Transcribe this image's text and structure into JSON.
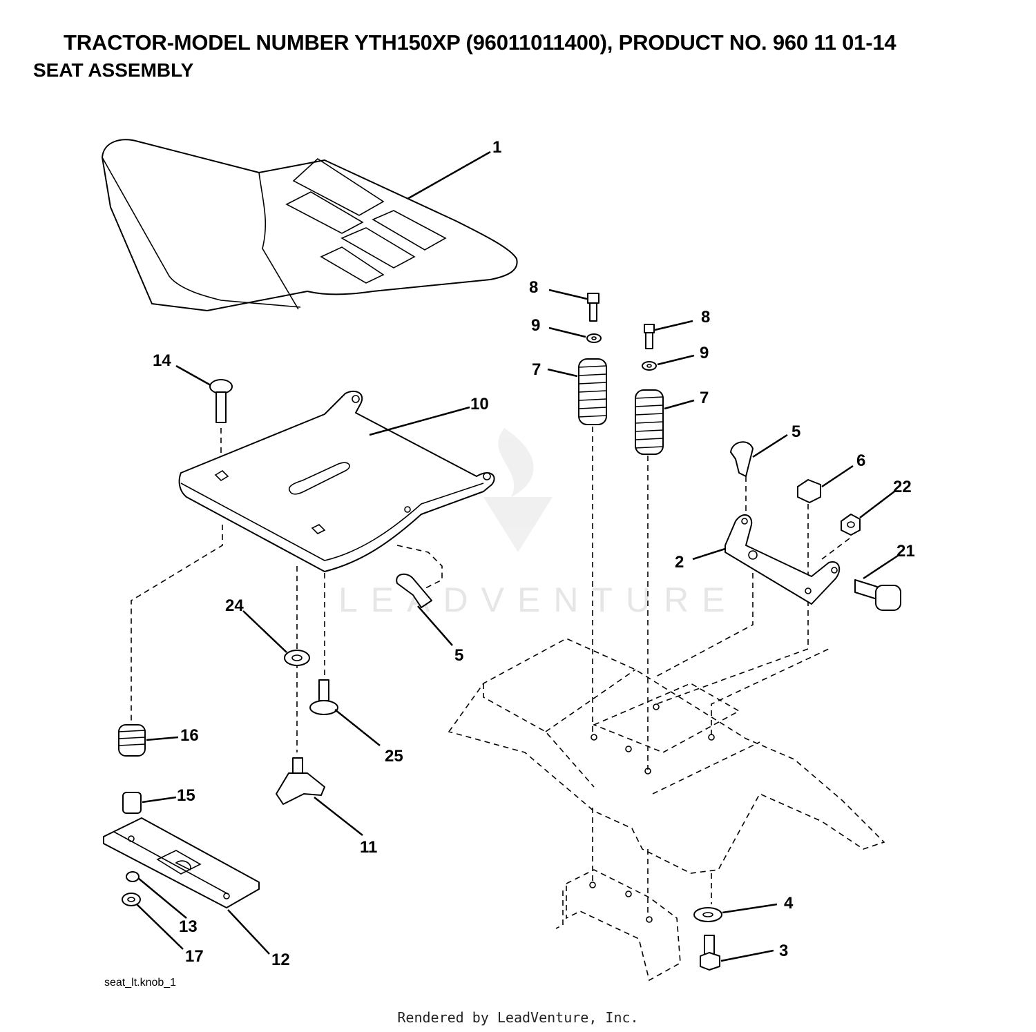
{
  "header": {
    "title": "TRACTOR-MODEL NUMBER YTH150XP (96011011400), PRODUCT NO. 960 11 01-14",
    "subtitle": "SEAT ASSEMBLY"
  },
  "watermark": "LEADVENTURE",
  "drawing_ref": "seat_lt.knob_1",
  "footer": "Rendered by LeadVenture, Inc.",
  "callouts": {
    "c1": "1",
    "c2": "2",
    "c3": "3",
    "c4": "4",
    "c5a": "5",
    "c5b": "5",
    "c6": "6",
    "c7a": "7",
    "c7b": "7",
    "c8a": "8",
    "c8b": "8",
    "c9a": "9",
    "c9b": "9",
    "c10": "10",
    "c11": "11",
    "c12": "12",
    "c13": "13",
    "c14": "14",
    "c15": "15",
    "c16": "16",
    "c17": "17",
    "c21": "21",
    "c22": "22",
    "c24": "24",
    "c25": "25"
  }
}
